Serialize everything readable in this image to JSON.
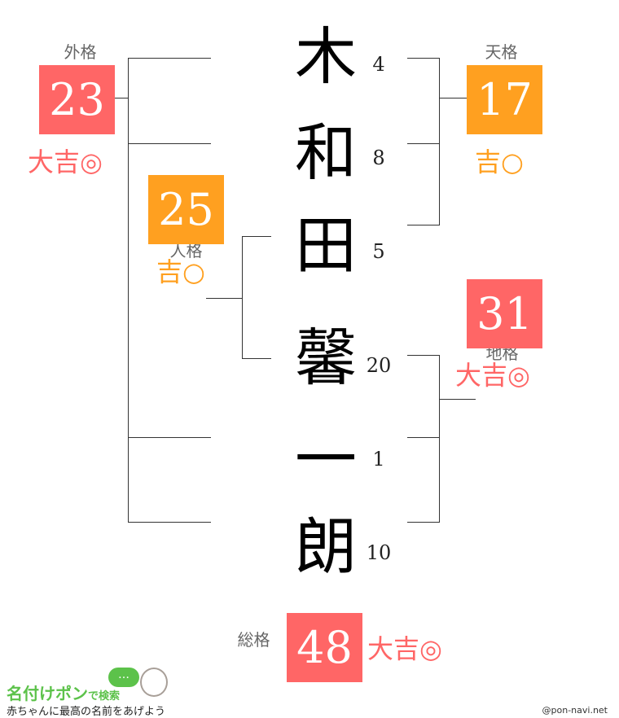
{
  "name_chars": [
    {
      "char": "木",
      "strokes": "4"
    },
    {
      "char": "和",
      "strokes": "8"
    },
    {
      "char": "田",
      "strokes": "5"
    },
    {
      "char": "馨",
      "strokes": "20"
    },
    {
      "char": "一",
      "strokes": "1"
    },
    {
      "char": "朗",
      "strokes": "10"
    }
  ],
  "gaikaku": {
    "label": "外格",
    "value": "23",
    "fortune": "大吉◎",
    "color": "#ff6666"
  },
  "tenkaku": {
    "label": "天格",
    "value": "17",
    "fortune": "吉○",
    "color": "#ffa020"
  },
  "jinkaku": {
    "label": "人格",
    "value": "25",
    "fortune": "吉○",
    "color": "#ffa020"
  },
  "chikaku": {
    "label": "地格",
    "value": "31",
    "fortune": "大吉◎",
    "color": "#ff6666"
  },
  "soukaku": {
    "label": "総格",
    "value": "48",
    "fortune": "大吉◎",
    "color": "#ff6666"
  },
  "footer": {
    "logo": "名付けポン",
    "logo_suffix": "で検索",
    "tagline": "赤ちゃんに最高の名前をあげよう",
    "credit": "@pon-navi.net"
  }
}
